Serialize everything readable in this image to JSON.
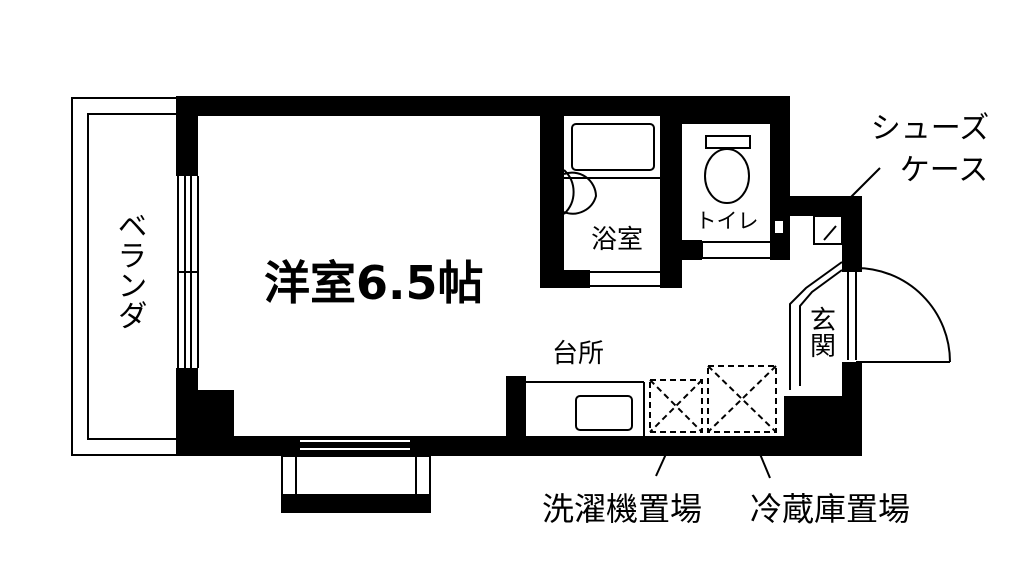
{
  "colors": {
    "wall": "#000000",
    "line": "#000000",
    "background": "#ffffff"
  },
  "rooms": {
    "western_room": "洋室6.5帖",
    "balcony": "ベランダ",
    "bathroom": "浴室",
    "toilet": "トイレ",
    "kitchen": "台所",
    "entrance": "玄関"
  },
  "callouts": {
    "shoe_case_line1": "シューズ",
    "shoe_case_line2": "ケース",
    "washer_space": "洗濯機置場",
    "fridge_space": "冷蔵庫置場"
  }
}
